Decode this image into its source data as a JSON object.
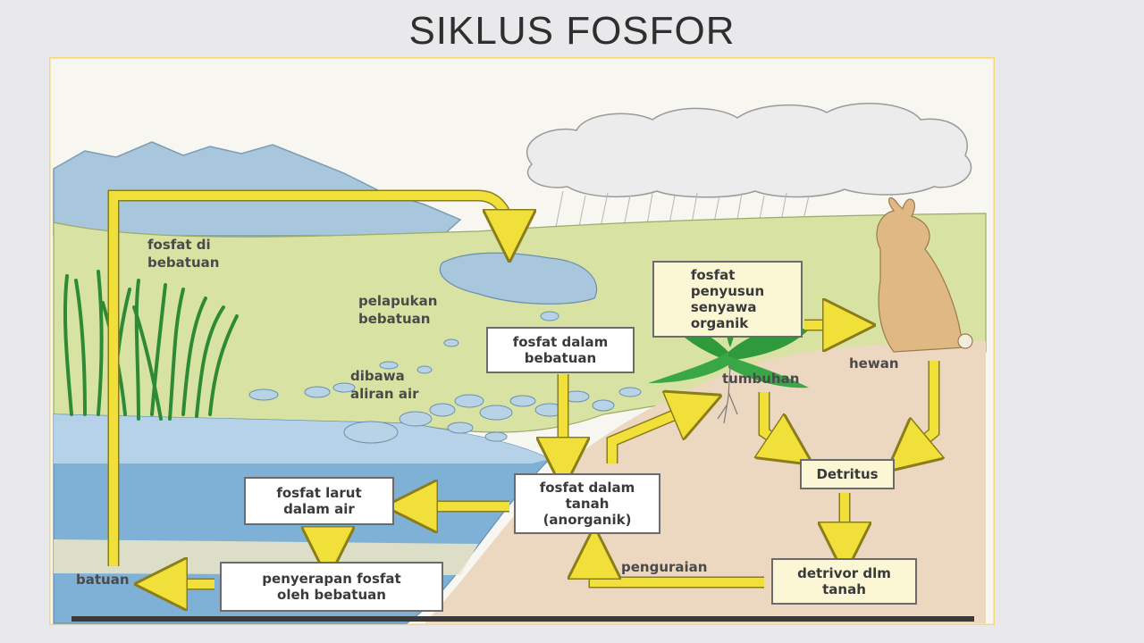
{
  "title": "SIKLUS FOSFOR",
  "labels": {
    "fosfat_di_bebatuan": "fosfat di\nbebatuan",
    "pelapukan_bebatuan": "pelapukan\nbebatuan",
    "dibawa_aliran_air": "dibawa\naliran air",
    "tumbuhan": "tumbuhan",
    "hewan": "hewan",
    "batuan": "batuan",
    "penguraian": "penguraian"
  },
  "boxes": {
    "fosfat_penyusun": "fosfat\npenyusun\nsenyawa\norganik",
    "fosfat_dalam_bebatuan": "fosfat dalam\nbebatuan",
    "fosfat_dalam_tanah": "fosfat dalam\ntanah\n(anorganik)",
    "fosfat_larut": "fosfat larut\ndalam air",
    "penyerapan_fosfat": "penyerapan fosfat\noleh bebatuan",
    "detritus": "Detritus",
    "detrivor": "detrivor dlm\ntanah"
  },
  "colors": {
    "arrow": "#f2e03a",
    "arrow_outline": "#8a7d1a",
    "grass_field": "#d8e3a3",
    "soil": "#ecd8c0",
    "water": "#7fb1d6",
    "mountain": "#a9c7dc",
    "cloud": "#ececec",
    "frame_border": "#f4d77a",
    "rabbit": "#e0b884",
    "plant": "#2f9a3c"
  }
}
